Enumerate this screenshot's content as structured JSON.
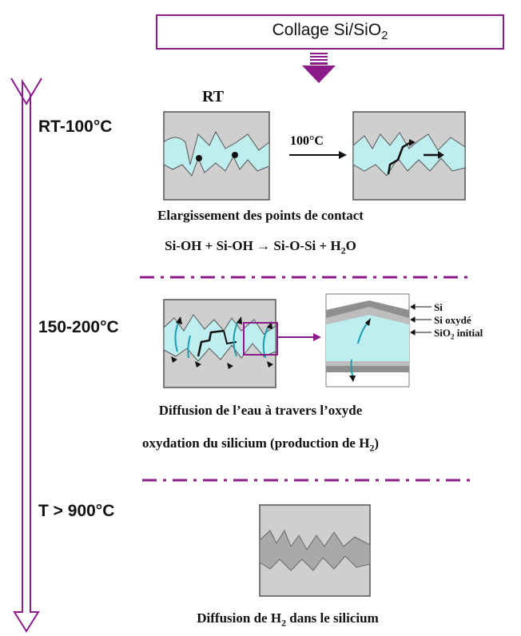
{
  "title": {
    "prefix": "Collage Si/SiO",
    "sub": "2"
  },
  "stages": {
    "s1": "RT-100°C",
    "s2": "150-200°C",
    "s3": "T > 900°C"
  },
  "panel1": {
    "rt_label": "RT",
    "arrow_label": "100°C",
    "caption1": "Elargissement des points de contact",
    "caption2_pre": "Si-OH + Si-OH → Si-O-Si + H",
    "caption2_sub": "2",
    "caption2_post": "O"
  },
  "panel2": {
    "legend_si": "Si",
    "legend_oxide": "Si oxydé",
    "legend_sio2_pre": "SiO",
    "legend_sio2_sub": "2",
    "legend_sio2_post": " initial",
    "caption1": "Diffusion de l’eau à travers l’oxyde",
    "caption2_pre": "oxydation du silicium (production de H",
    "caption2_sub": "2",
    "caption2_post": ")"
  },
  "panel3": {
    "caption_pre": "Diffusion de H",
    "caption_sub": "2",
    "caption_post": " dans le silicium"
  },
  "colors": {
    "accent": "#8b1a8b",
    "cyan": "#bfeef0",
    "grey": "#c8c8c8",
    "dark_grey": "#8f8f8f"
  }
}
